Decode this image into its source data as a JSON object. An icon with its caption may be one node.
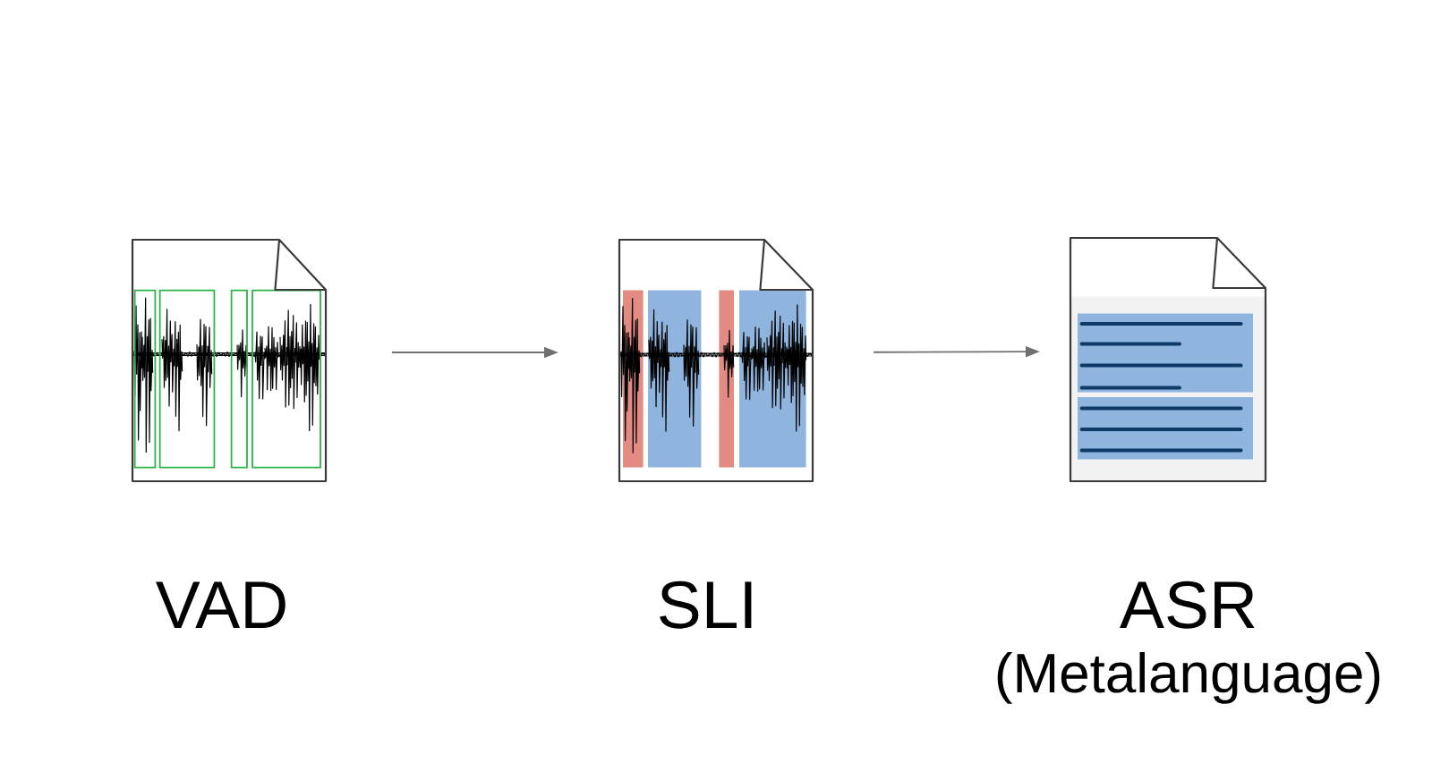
{
  "diagram": {
    "nodes": [
      {
        "text": [],
        "shape": "picture",
        "beside": [
          "VAD"
        ]
      },
      {
        "text": [],
        "shape": "picture",
        "beside": [
          "SLI"
        ]
      },
      {
        "text": [],
        "shape": "picture",
        "beside": [
          "ASR",
          "(Metalanguage)"
        ]
      }
    ],
    "edges": [
      {
        "from": 0,
        "to": 1,
        "arrow": "to"
      },
      {
        "from": 1,
        "to": 2,
        "arrow": "to"
      }
    ]
  }
}
